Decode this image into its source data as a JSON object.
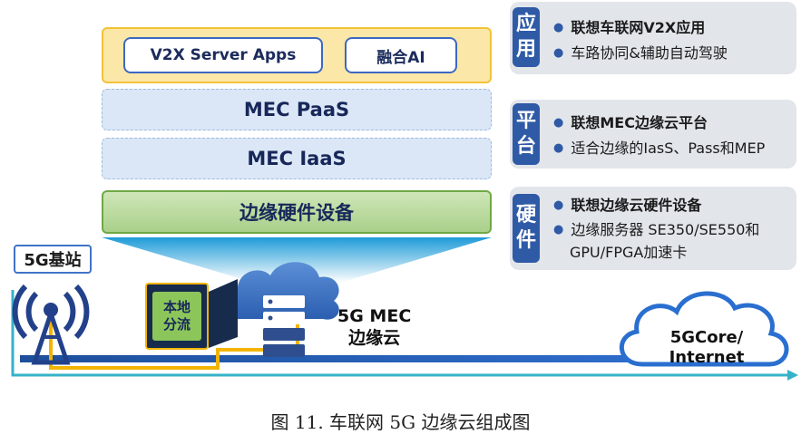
{
  "stack": {
    "apps": [
      "V2X Server Apps",
      "融合AI"
    ],
    "paas": "MEC PaaS",
    "iaas": "MEC IaaS",
    "hardware": "边缘硬件设备"
  },
  "cards": [
    {
      "tag_top": "应",
      "tag_bottom": "用",
      "lines": [
        "联想车联网V2X应用",
        "车路协同&辅助自动驾驶"
      ]
    },
    {
      "tag_top": "平",
      "tag_bottom": "台",
      "lines": [
        "联想MEC边缘云平台",
        "适合边缘的IasS、Pass和MEP"
      ]
    },
    {
      "tag_top": "硬",
      "tag_bottom": "件",
      "lines": [
        "联想边缘云硬件设备",
        "边缘服务器 SE350/SE550和",
        "GPU/FPGA加速卡"
      ]
    }
  ],
  "network": {
    "base_station": "5G基站",
    "local_offload_1": "本地",
    "local_offload_2": "分流",
    "mec_1": "5G MEC",
    "mec_2": "边缘云",
    "core_1": "5GCore/",
    "core_2": "Internet"
  },
  "caption": "图 11.  车联网 5G 边缘云组成图",
  "colors": {
    "blue": "#2f5aa6",
    "yellow": "#f3b400",
    "green": "#8cc65b",
    "teal": "#35b2c9",
    "navy": "#172b4d"
  }
}
